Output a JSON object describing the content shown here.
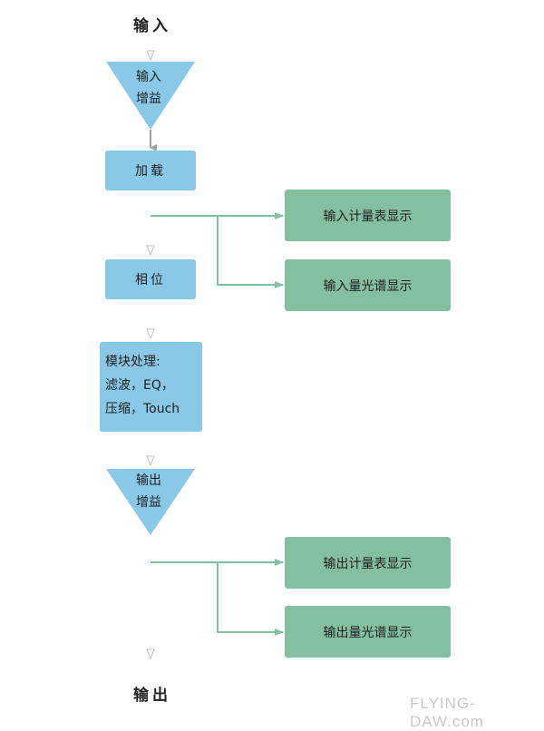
{
  "titles": {
    "input": "输入",
    "output": "输出"
  },
  "nodes": {
    "input_gain": [
      "输入",
      "增益"
    ],
    "load": "加载",
    "phase": "相位",
    "module": [
      "模块处理:",
      "滤波，EQ，",
      "压缩，Touch"
    ],
    "output_gain": [
      "输出",
      "增益"
    ]
  },
  "displays": {
    "input_meter": "输入计量表显示",
    "input_spectrum": "输入量光谱显示",
    "output_meter": "输出计量表显示",
    "output_spectrum": "输出量光谱显示"
  },
  "watermark": "FLYING-DAW.com",
  "colors": {
    "blue_node": "#8ac8e8",
    "green_node": "#84bf9f",
    "green_line": "#84bf9f",
    "gray_arrow": "#a0a0a0"
  }
}
